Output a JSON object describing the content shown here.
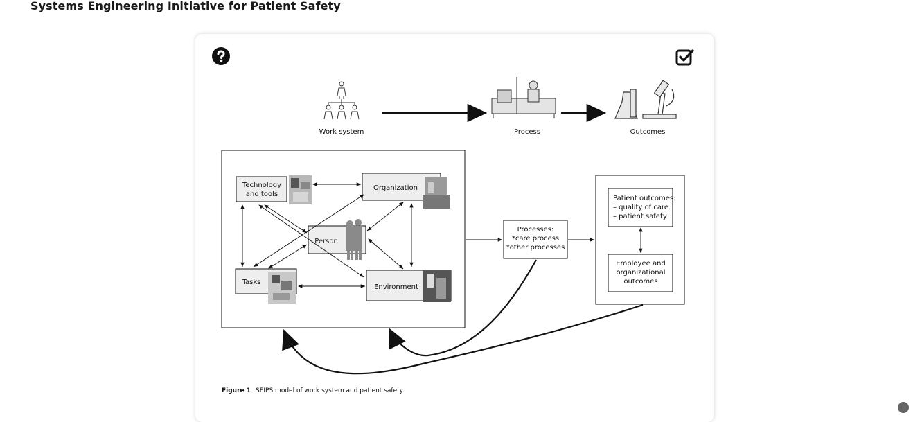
{
  "page": {
    "title": "Systems Engineering Initiative for Patient Safety"
  },
  "toolbar": {
    "help_icon": "question-circle-icon",
    "check_icon": "check-square-icon"
  },
  "figure": {
    "top_labels": [
      "Work system",
      "Process",
      "Outcomes"
    ],
    "work_system": {
      "tech": [
        "Technology",
        "and tools"
      ],
      "organization": "Organization",
      "person": "Person",
      "tasks": "Tasks",
      "environment": "Environment"
    },
    "processes": [
      "Processes:",
      "*care process",
      "*other processes"
    ],
    "patient_outcomes": [
      "Patient outcomes:",
      "– quality of care",
      "– patient safety"
    ],
    "employee_outcomes": [
      "Employee and",
      "organizational",
      "outcomes"
    ],
    "caption_label": "Figure 1",
    "caption_text": "SEIPS model of work system and patient safety."
  },
  "colors": {
    "title": "#1a1a1a",
    "box_fill": "#eeeeee",
    "stroke": "#111111"
  }
}
